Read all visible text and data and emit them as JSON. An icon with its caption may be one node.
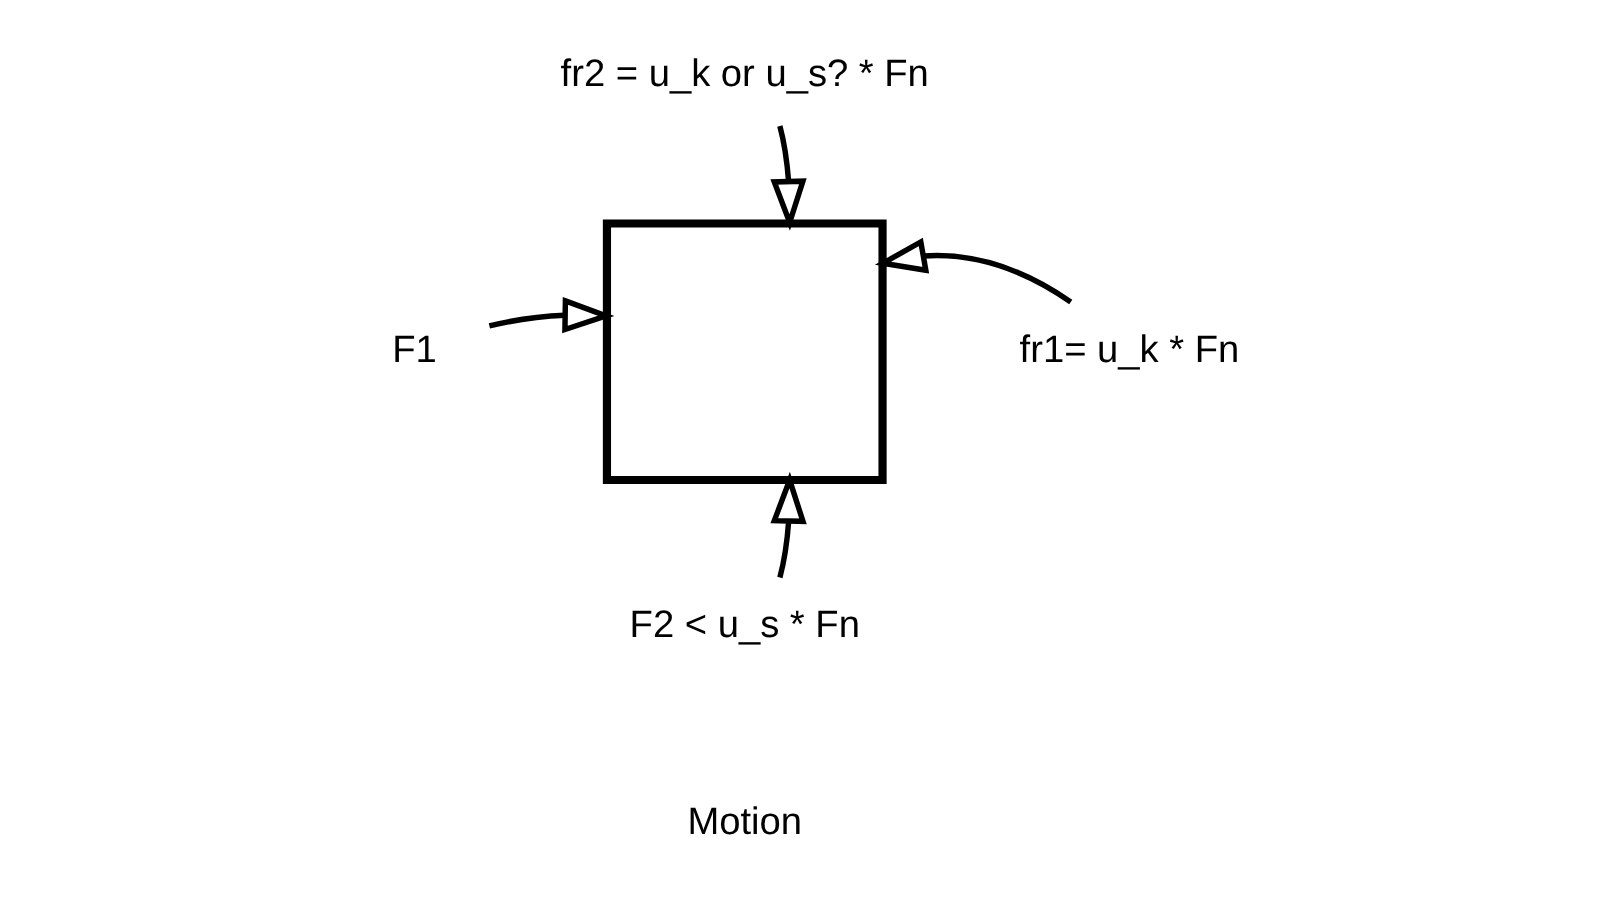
{
  "diagram": {
    "nodes": [
      {
        "text": [],
        "shape": "box"
      },
      {
        "text": [
          "fr2 = u_k or u_s? * Fn"
        ]
      },
      {
        "text": [
          "F1"
        ]
      },
      {
        "text": [
          "fr1= u_k * Fn"
        ]
      },
      {
        "text": [
          "F2 < u_s * Fn"
        ]
      }
    ],
    "edges": [
      {
        "from": 1,
        "to": 0,
        "arrow": "to"
      },
      {
        "from": 2,
        "to": 0,
        "arrow": "to"
      },
      {
        "from": 3,
        "to": 0,
        "arrow": "to"
      },
      {
        "from": 4,
        "to": 0,
        "arrow": "to"
      }
    ],
    "labels": [
      "Motion"
    ]
  }
}
